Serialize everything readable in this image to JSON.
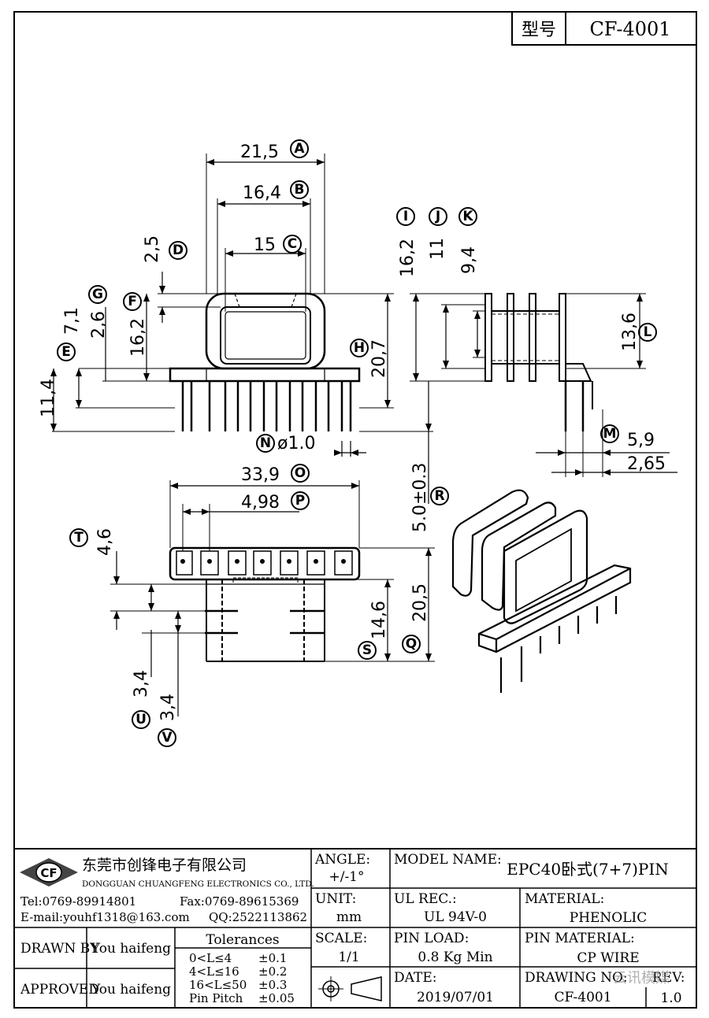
{
  "header": {
    "model_label": "型号",
    "model_value": "CF-4001"
  },
  "dimensions": {
    "A": "21,5",
    "B": "16,4",
    "C": "15",
    "D": "2,5",
    "G": "2,6",
    "G2": "7,1",
    "F": "16,2",
    "E": "11,4",
    "H": "20,7",
    "I": "16,2",
    "J": "11",
    "K": "9,4",
    "L": "13,6",
    "M1": "5,9",
    "M2": "2,65",
    "N": "ø1.0",
    "O": "33,9",
    "P": "4,98",
    "R": "5.0±0.3",
    "T": "4,6",
    "S": "14,6",
    "Q": "20,5",
    "U": "3,4",
    "V": "3,4"
  },
  "markers": [
    "A",
    "B",
    "C",
    "D",
    "E",
    "F",
    "G",
    "H",
    "I",
    "J",
    "K",
    "L",
    "M",
    "N",
    "O",
    "P",
    "Q",
    "R",
    "S",
    "T",
    "U",
    "V"
  ],
  "company": {
    "logo": "CF",
    "name_cn": "东莞市创锋电子有限公司",
    "name_en": "DONGGUAN CHUANGFENG ELECTRONICS CO., LTD.",
    "tel": "Tel:0769-89914801",
    "fax": "Fax:0769-89615369",
    "email": "E-mail:youhf1318@163.com",
    "qq": "QQ:2522113862"
  },
  "title_block": {
    "angle_label": "ANGLE:",
    "angle_value": "+/-1°",
    "unit_label": "UNIT:",
    "unit_value": "mm",
    "scale_label": "SCALE:",
    "scale_value": "1/1",
    "model_name_label": "MODEL NAME:",
    "model_name_value": "EPC40卧式(7+7)PIN",
    "ul_label": "UL REC.:",
    "ul_value": "UL 94V-0",
    "material_label": "MATERIAL:",
    "material_value": "PHENOLIC",
    "pin_load_label": "PIN LOAD:",
    "pin_load_value": "0.8 Kg Min",
    "pin_material_label": "PIN MATERIAL:",
    "pin_material_value": "CP WIRE",
    "date_label": "DATE:",
    "date_value": "2019/07/01",
    "drawing_no_label": "DRAWING NO:",
    "drawing_no_value": "CF-4001",
    "rev_label": "REV:",
    "rev_value": "1.0",
    "drawn_by_label": "DRAWN BY",
    "drawn_by_value": "You haifeng",
    "approved_label": "APPROVED",
    "approved_value": "You haifeng",
    "tolerances_title": "Tolerances",
    "tolerances": [
      {
        "range": "0<L≤4",
        "tol": "±0.1"
      },
      {
        "range": "4<L≤16",
        "tol": "±0.2"
      },
      {
        "range": "16<L≤50",
        "tol": "±0.3"
      },
      {
        "range": "Pin Pitch",
        "tol": "±0.05"
      }
    ]
  },
  "watermark": "云讯模媒"
}
